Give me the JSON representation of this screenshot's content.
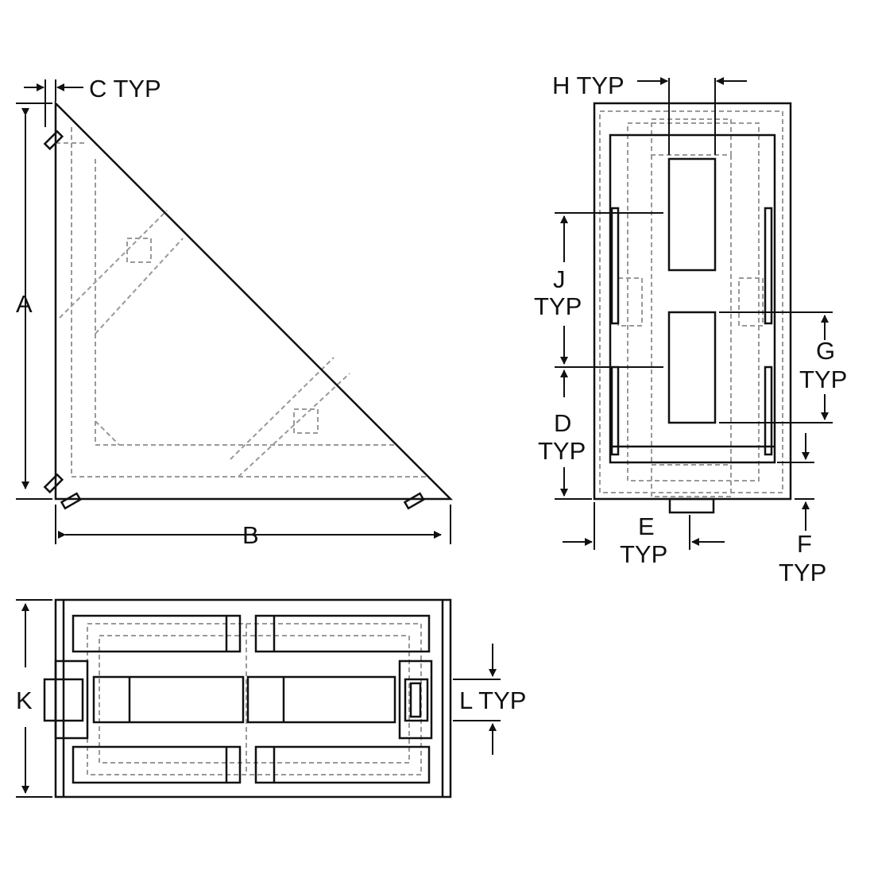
{
  "labels": {
    "c": "C TYP",
    "a": "A",
    "b": "B",
    "h": "H TYP",
    "j": "J",
    "j_typ": "TYP",
    "g": "G",
    "g_typ": "TYP",
    "d": "D",
    "d_typ": "TYP",
    "e": "E",
    "e_typ": "TYP",
    "f": "F",
    "f_typ": "TYP",
    "k": "K",
    "l": "L TYP"
  },
  "colors": {
    "line": "#111111",
    "hidden": "#999999"
  }
}
